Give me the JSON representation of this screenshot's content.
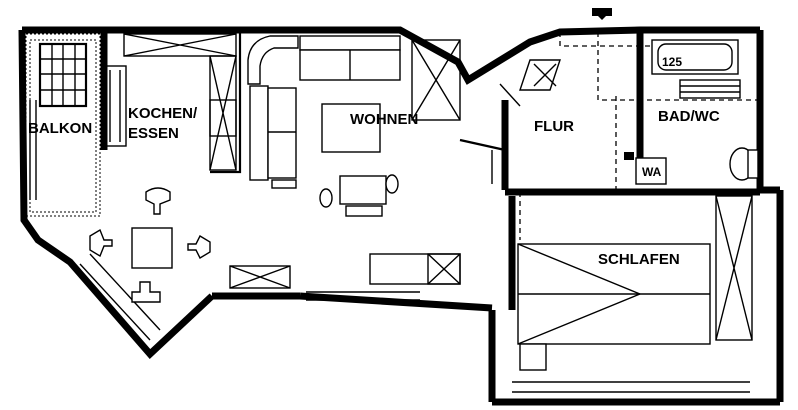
{
  "rooms": {
    "balkon": "BALKON",
    "kochen": "KOCHEN/",
    "essen": "ESSEN",
    "wohnen": "WOHNEN",
    "flur": "FLUR",
    "bad": "BAD/WC",
    "wa": "WA",
    "schlafen": "SCHLAFEN"
  },
  "fixtures": {
    "bathtub_mark": "125"
  }
}
